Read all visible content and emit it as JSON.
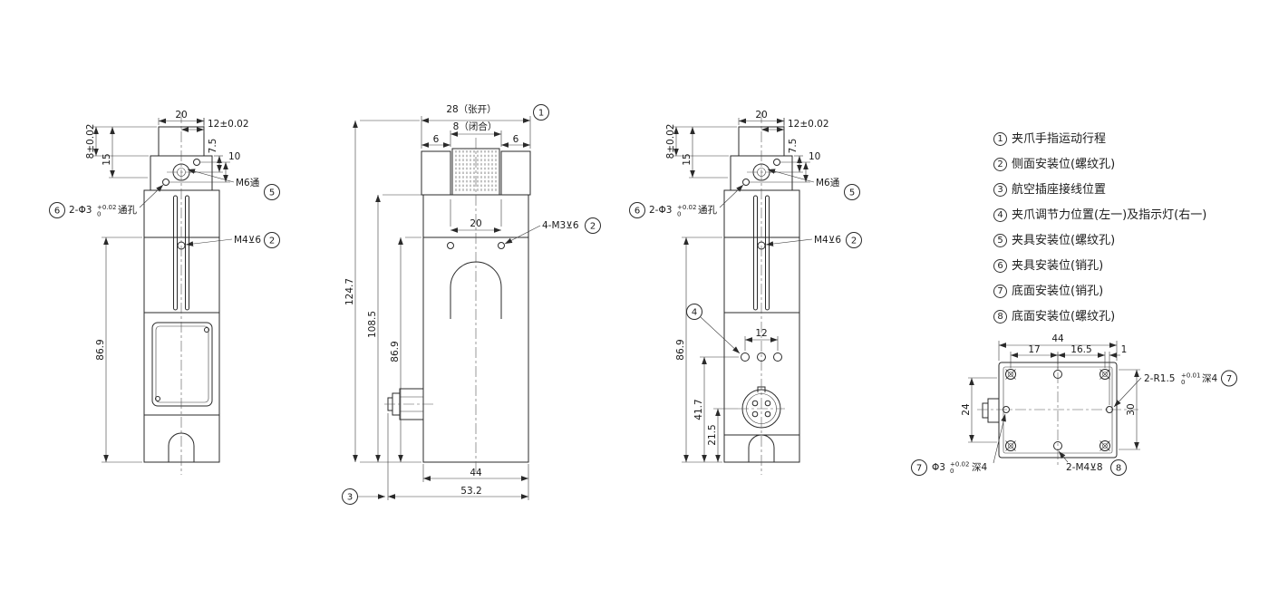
{
  "balloons": {
    "n1": "1",
    "n2": "2",
    "n3": "3",
    "n4": "4",
    "n5": "5",
    "n6": "6",
    "n7": "7",
    "n8": "8"
  },
  "views": {
    "front_left": {
      "dim_20": "20",
      "dim_12": "12±0.02",
      "dim_8": "8±0.02",
      "dim_7_5": "7.5",
      "dim_15": "15",
      "dim_10": "10",
      "label_m6": "M6通",
      "phi3_prefix": "2-Φ3",
      "phi3_tol_upper": "+0.02",
      "phi3_tol_lower": "0",
      "phi3_suffix": "通孔",
      "label_m4": "M4⊻6",
      "dim_86_9": "86.9"
    },
    "side": {
      "dim_open": "28（张开）",
      "dim_closed": "8（闭合）",
      "dim_6_left": "6",
      "dim_6_right": "6",
      "dim_20": "20",
      "label_m3": "4-M3⊻6",
      "dim_124_7": "124.7",
      "dim_108_5": "108.5",
      "dim_86_9": "86.9",
      "dim_44": "44",
      "dim_53_2": "53.2"
    },
    "front_right": {
      "dim_20": "20",
      "dim_12": "12±0.02",
      "dim_8": "8±0.02",
      "dim_7_5": "7.5",
      "dim_15": "15",
      "dim_10": "10",
      "label_m6": "M6通",
      "phi3_prefix": "2-Φ3",
      "phi3_tol_upper": "+0.02",
      "phi3_tol_lower": "0",
      "phi3_suffix": "通孔",
      "label_m4": "M4⊻6",
      "dim_86_9": "86.9",
      "dim_12_holes": "12",
      "dim_41_7": "41.7",
      "dim_21_5": "21.5"
    },
    "bottom": {
      "dim_44": "44",
      "dim_17": "17",
      "dim_16_5": "16.5",
      "dim_1": "1",
      "dim_24": "24",
      "dim_30": "30",
      "r15_prefix": "2-R1.5",
      "r15_tol_upper": "+0.01",
      "r15_tol_lower": "0",
      "r15_suffix": "深4",
      "phi3_prefix": "Φ3",
      "phi3_tol_upper": "+0.02",
      "phi3_tol_lower": "0",
      "phi3_suffix": "深4",
      "label_m4": "2-M4⊻8"
    }
  },
  "notes": {
    "items": [
      {
        "num": "1",
        "label": "夹爪手指运动行程"
      },
      {
        "num": "2",
        "label": "侧面安装位(螺纹孔)"
      },
      {
        "num": "3",
        "label": "航空插座接线位置"
      },
      {
        "num": "4",
        "label": "夹爪调节力位置(左一)及指示灯(右一)"
      },
      {
        "num": "5",
        "label": "夹具安装位(螺纹孔)"
      },
      {
        "num": "6",
        "label": "夹具安装位(销孔)"
      },
      {
        "num": "7",
        "label": "底面安装位(销孔)"
      },
      {
        "num": "8",
        "label": "底面安装位(螺纹孔)"
      }
    ]
  }
}
